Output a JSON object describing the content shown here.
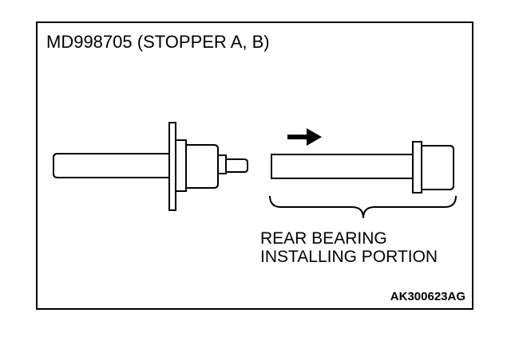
{
  "title": "MD998705 (STOPPER A, B)",
  "caption": {
    "line1": "REAR BEARING",
    "line2": "INSTALLING PORTION"
  },
  "figure_code": "AK300623AG"
}
